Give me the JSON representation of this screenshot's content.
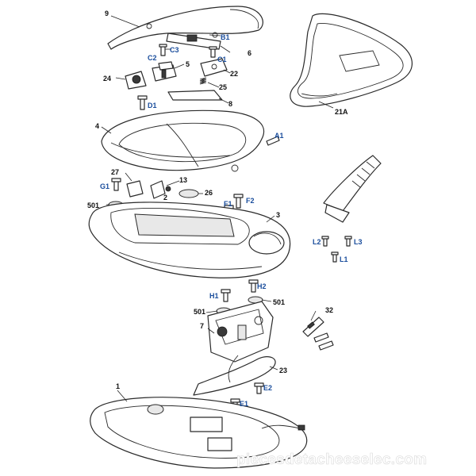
{
  "callouts": {
    "p9": "9",
    "b1": "B1",
    "p6": "6",
    "c3": "C3",
    "c2": "C2",
    "c1": "C1",
    "p5": "5",
    "p22": "22",
    "p24": "24",
    "p25": "25",
    "p8": "8",
    "d1": "D1",
    "p4": "4",
    "a1": "A1",
    "p21a": "21A",
    "p27": "27",
    "p13": "13",
    "g1": "G1",
    "p2": "2",
    "p26": "26",
    "f1": "F1",
    "f2": "F2",
    "p501a": "501",
    "p3": "3",
    "l2": "L2",
    "l3": "L3",
    "l1": "L1",
    "h2": "H2",
    "h1": "H1",
    "p501b": "501",
    "p501c": "501",
    "p32": "32",
    "p7": "7",
    "p23": "23",
    "e2": "E2",
    "p1": "1",
    "e1": "E1"
  },
  "watermark": "piecesdetacheeselec.com",
  "colors": {
    "line": "#2a2a2a",
    "label": "#111111",
    "label_blue": "#1a4d9c"
  }
}
